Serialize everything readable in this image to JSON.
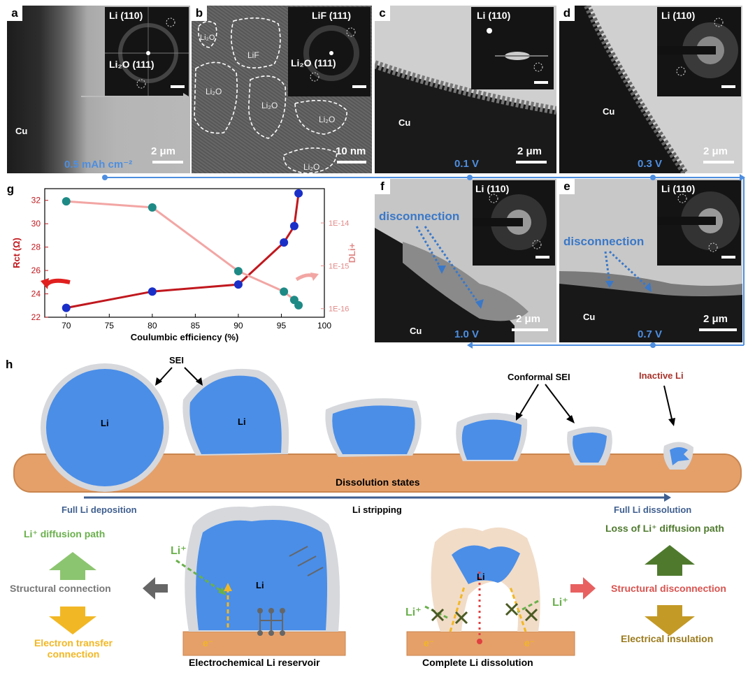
{
  "panels": {
    "a": {
      "label": "a",
      "cu": "Cu",
      "inset_top": "Li (110)",
      "inset_bottom": "Li₂O (111)",
      "scale": "2 μm",
      "capacity": "0.5 mAh cm⁻²"
    },
    "b": {
      "label": "b",
      "inset_top": "LiF (111)",
      "inset_bottom": "Li₂O (111)",
      "scale": "10 nm",
      "regions": [
        "Li₂O",
        "LiF",
        "Li₂O",
        "Li₂O",
        "Li₂O",
        "Li₂O"
      ]
    },
    "c": {
      "label": "c",
      "cu": "Cu",
      "inset": "Li (110)",
      "scale": "2 μm",
      "voltage": "0.1 V"
    },
    "d": {
      "label": "d",
      "cu": "Cu",
      "inset": "Li (110)",
      "scale": "2 μm",
      "voltage": "0.3 V"
    },
    "e": {
      "label": "e",
      "cu": "Cu",
      "inset": "Li (110)",
      "scale": "2 μm",
      "voltage": "0.7 V",
      "note": "disconnection"
    },
    "f": {
      "label": "f",
      "cu": "Cu",
      "inset": "Li (110)",
      "scale": "2 μm",
      "voltage": "1.0 V",
      "note": "disconnection"
    }
  },
  "chart_data": {
    "label": "g",
    "type": "line",
    "xlabel": "Coulumbic efficiency (%)",
    "ylabel": "Rct (Ω)",
    "y2label": "DLi+",
    "xlim": [
      67.5,
      100
    ],
    "ylim": [
      22,
      33
    ],
    "y2lim_log10": [
      -16.2,
      -13.2
    ],
    "xticks": [
      "70",
      "75",
      "80",
      "85",
      "90",
      "95",
      "100"
    ],
    "yticks": [
      "22",
      "24",
      "26",
      "28",
      "30",
      "32"
    ],
    "y2ticks": [
      "1E-16",
      "1E-15",
      "1E-14"
    ],
    "series": [
      {
        "axis": "left",
        "color": "#c0181e",
        "marker": "#1a2fc8",
        "x": [
          70,
          80,
          90,
          95.3,
          96.5,
          97
        ],
        "y": [
          22.8,
          24.2,
          24.8,
          28.4,
          29.8,
          32.6
        ]
      },
      {
        "axis": "right",
        "color": "#f2a6a4",
        "marker": "#1e8a86",
        "x": [
          70,
          80,
          90,
          95.3,
          96.5,
          97
        ],
        "y": [
          3.2e-14,
          2.3e-14,
          7.5e-16,
          2.5e-16,
          1.6e-16,
          1.2e-16
        ]
      }
    ],
    "grid": false,
    "legend": "none"
  },
  "schematic": {
    "label": "h",
    "sei": "SEI",
    "conformal_sei": "Conformal SEI",
    "inactive_li": "Inactive Li",
    "li": "Li",
    "dissolution_states": "Dissolution states",
    "full_deposition": "Full Li deposition",
    "stripping": "Li stripping",
    "full_dissolution": "Full Li dissolution",
    "diffusion_path": "Li⁺ diffusion path",
    "structural_connection": "Structural connection",
    "electron_transfer": "Electron transfer connection",
    "loss_diffusion": "Loss of Li⁺ diffusion path",
    "structural_disconnection": "Structural disconnection",
    "electrical_insulation": "Electrical insulation",
    "reservoir": "Electrochemical Li reservoir",
    "complete_dissolution": "Complete Li dissolution",
    "li_plus": "Li⁺",
    "electron": "e⁻"
  },
  "colors": {
    "li_blue": "#4a8ee8",
    "copper": "#e5a06a",
    "accent_blue": "#4d8ee0",
    "red": "#c0181e",
    "green": "#6ab04c",
    "yellow": "#f2b724",
    "dark_green": "#4f7a2e",
    "red_text": "#d9534f",
    "olive": "#9a7a1c"
  }
}
